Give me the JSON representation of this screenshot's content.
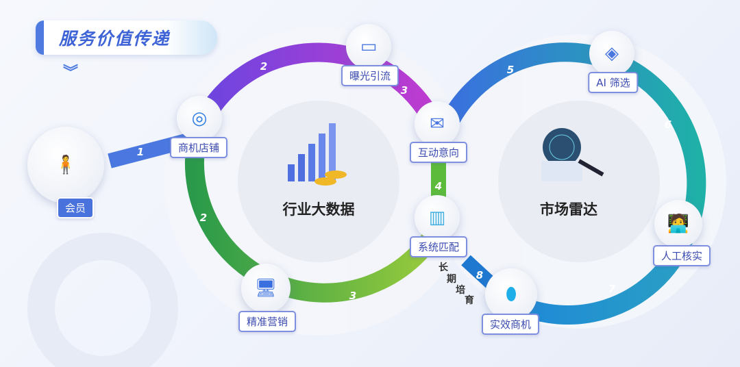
{
  "title": "服务价值传递",
  "member": "会员",
  "gears": {
    "left": "行业大数据",
    "right": "市场雷达"
  },
  "nodes": {
    "shop": "商机店铺",
    "exposure": "曝光引流",
    "interaction": "互动意向",
    "matching": "系统匹配",
    "marketing": "精准营销",
    "ai": "AI 筛选",
    "manual": "人工核实",
    "effective": "实效商机"
  },
  "long_term": [
    "长",
    "期",
    "培",
    "育"
  ],
  "steps": [
    "1",
    "2",
    "3",
    "2",
    "3",
    "4",
    "5",
    "6",
    "7",
    "8"
  ],
  "colors": {
    "purple": "#9b3fd4",
    "green": "#4fb043",
    "blue": "#3a7be0",
    "teal": "#1ea7b0"
  }
}
